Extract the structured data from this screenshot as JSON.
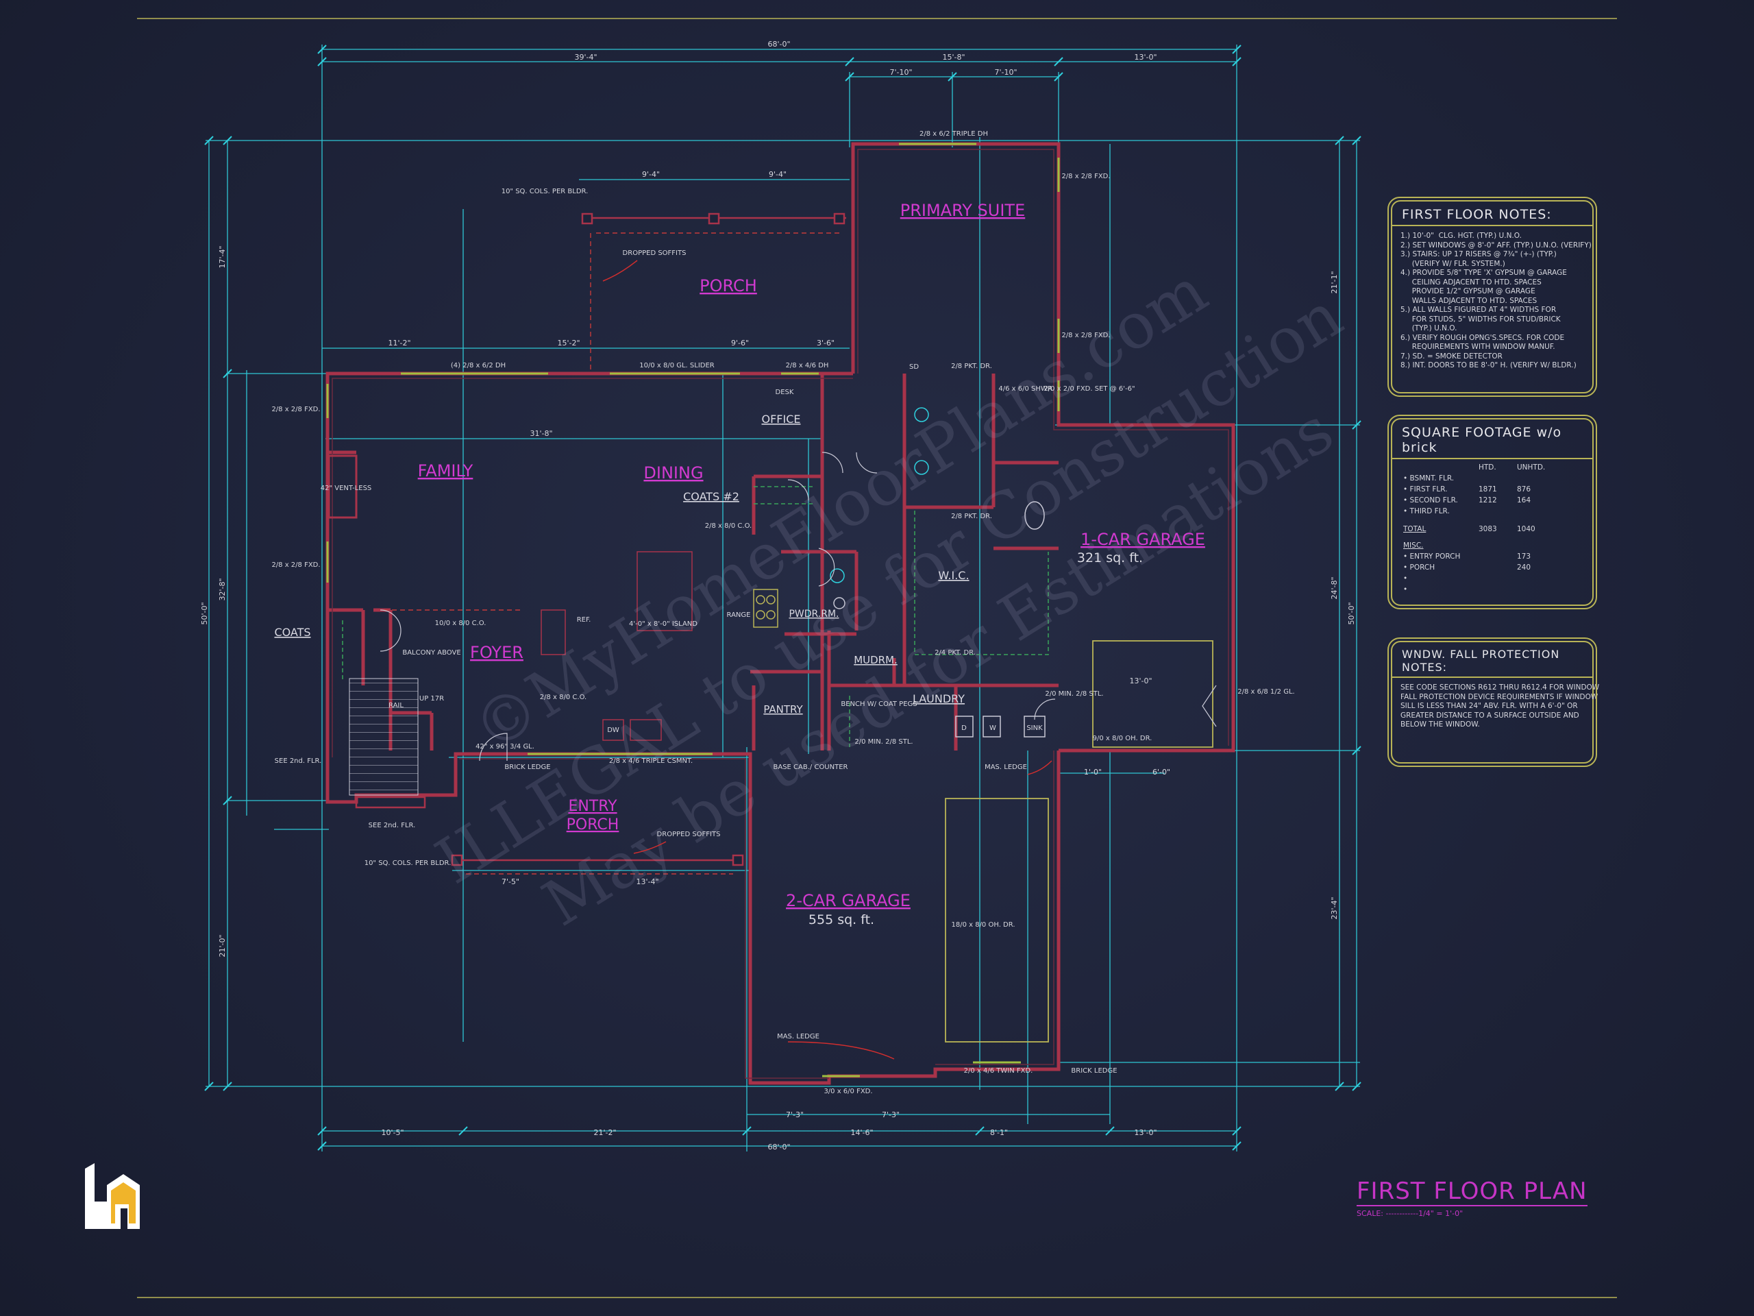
{
  "title": "FIRST FLOOR PLAN",
  "scale": "SCALE: ------------1/4\" = 1'-0\"",
  "watermark": [
    "©MyHomeFloorPlans.com",
    "ILLEGAL to use for Construction",
    "May be used for Estimations"
  ],
  "rooms": {
    "primary_suite": "PRIMARY SUITE",
    "porch": "PORCH",
    "family": "FAMILY",
    "dining": "DINING",
    "office": "OFFICE",
    "foyer": "FOYER",
    "coats": "COATS",
    "coats2": "COATS #2",
    "wic": "W.I.C.",
    "pwdr": "PWDR.RM.",
    "mudrm": "MUDRM.",
    "laundry": "LAUNDRY",
    "pantry": "PANTRY",
    "entry_porch_1": "ENTRY",
    "entry_porch_2": "PORCH",
    "garage_1": "1-CAR GARAGE",
    "garage_1_sqft": "321 sq. ft.",
    "garage_2": "2-CAR GARAGE",
    "garage_2_sqft": "555 sq. ft.",
    "island": "4'-0\" x 8'-0\" ISLAND",
    "range": "RANGE",
    "ref": "REF."
  },
  "dims": {
    "overall_top": "68'-0\"",
    "overall_bottom": "68'-0\"",
    "top_a": "39'-4\"",
    "top_b": "15'-8\"",
    "top_c": "13'-0\"",
    "top_d": "7'-10\"",
    "top_e": "7'-10\"",
    "bot_a": "10'-5\"",
    "bot_b": "21'-2\"",
    "bot_c": "14'-6\"",
    "bot_d": "8'-1\"",
    "bot_e": "13'-0\"",
    "bot_f": "7'-3\"",
    "bot_g": "7'-3\"",
    "left_total": "50'-0\"",
    "right_total": "50'-0\"",
    "left_a": "17'-4\"",
    "left_b": "32'-8\"",
    "left_c": "21'-0\"",
    "right_a": "21'-1\"",
    "right_b": "24'-8\"",
    "right_c": "23'-4\"",
    "porch_w1": "9'-4\"",
    "porch_w2": "9'-4\"",
    "family_w": "31'-8\"",
    "front_a": "11'-2\"",
    "front_b": "15'-2\"",
    "front_c": "9'-6\"",
    "front_d": "3'-6\"",
    "entry_a": "7'-5\"",
    "entry_b": "13'-4\"",
    "g1_a": "1'-0\"",
    "g1_b": "6'-0\"",
    "g2_a": "13'-0\""
  },
  "labels": {
    "win_top": "2/8 x 6/2 TRIPLE DH",
    "win_fxd1": "2/8 x 2/8 FXD.",
    "win_fxd2": "2/8 x 2/8 FXD.",
    "win_fxd3": "2/8 x 2/8 FXD.",
    "win_fxd4": "2/8 x 2/8 FXD.",
    "win_dh": "(4) 2/8 x 6/2 DH",
    "win_slider": "10/0 x 8/0 GL. SLIDER",
    "win_dh2": "2/8 x 4/6 DH",
    "cols_top": "10\" SQ. COLS. PER BLDR.",
    "soffits": "DROPPED SOFFITS",
    "soffits2": "DROPPED SOFFITS",
    "desk": "DESK",
    "pkt_dr": "2/8 PKT. DR.",
    "pkt_dr2": "2/8 PKT. DR.",
    "pkt_dr3": "2/4 PKT. DR.",
    "shwr": "4/6 x 6/0 SHWR.",
    "fxd_set": "2/0 x 2/0 FXD. SET @ 6'-6\"",
    "co": "2/8 x 8/0 C.O.",
    "co2": "10/0 x 8/0 C.O.",
    "co3": "2/8 x 8/0 C.O.",
    "vent": "42\" VENT-LESS",
    "balcony": "BALCONY ABOVE",
    "rail": "RAIL",
    "up": "UP 17R",
    "see2nd": "SEE 2nd. FLR.",
    "see2nd2": "SEE 2nd. FLR.",
    "cols_bot": "10\" SQ. COLS. PER BLDR.",
    "dw": "DW",
    "gl_door": "42\" x 96\" 3/4 GL.",
    "brick": "BRICK LEDGE",
    "brick2": "BRICK LEDGE",
    "triple": "2/8 x 4/6 TRIPLE CSMNT.",
    "base_cab": "BASE CAB./ COUNTER",
    "bench": "BENCH W/ COAT PEGS",
    "mas": "MAS. LEDGE",
    "mas2": "MAS. LEDGE",
    "door20": "2/0 MIN. 2/8 STL.",
    "door20b": "2/0 MIN. 2/8 STL.",
    "oh1": "9/0 x 8/0 OH. DR.",
    "oh2": "18/0 x 8/0 OH. DR.",
    "twin": "2/0 x 4/6 TWIN FXD.",
    "fxd_bot": "3/0 x 6/0 FXD.",
    "side_dr": "2/8 x 6/8 1/2 GL.",
    "d": "D",
    "w": "W",
    "sink": "SINK",
    "sd": "SD"
  },
  "notes": {
    "title": "FIRST FLOOR NOTES:",
    "items": [
      "1.) 10'-0\"  CLG. HGT. (TYP.) U.N.O.",
      "2.) SET WINDOWS @ 8'-0\" AFF. (TYP.) U.N.O. (VERIFY)",
      "3.) STAIRS: UP 17 RISERS @ 7¾\" (+-) (TYP.)",
      "     (VERIFY W/ FLR. SYSTEM.)",
      "4.) PROVIDE 5/8\" TYPE 'X' GYPSUM @ GARAGE",
      "     CEILING ADJACENT TO HTD. SPACES",
      "     PROVIDE 1/2\" GYPSUM @ GARAGE",
      "     WALLS ADJACENT TO HTD. SPACES",
      "5.) ALL WALLS FIGURED AT 4\" WIDTHS FOR",
      "     FOR STUDS, 5\" WIDTHS FOR STUD/BRICK",
      "     (TYP.) U.N.O.",
      "6.) VERIFY ROUGH OPNG'S.SPECS. FOR CODE",
      "     REQUIREMENTS WITH WINDOW MANUF.",
      "7.) SD. = SMOKE DETECTOR",
      "8.) INT. DOORS TO BE 8'-0\" H. (VERIFY W/ BLDR.)"
    ]
  },
  "sqft": {
    "title": "SQUARE FOOTAGE w/o brick",
    "col_htd": "HTD.",
    "col_unhtd": "UNHTD.",
    "rows": [
      {
        "label": "• BSMNT. FLR.",
        "htd": "",
        "unhtd": ""
      },
      {
        "label": "• FIRST FLR.",
        "htd": "1871",
        "unhtd": "876"
      },
      {
        "label": "• SECOND FLR.",
        "htd": "1212",
        "unhtd": "164"
      },
      {
        "label": "• THIRD FLR.",
        "htd": "",
        "unhtd": ""
      }
    ],
    "total_label": "TOTAL",
    "total_htd": "3083",
    "total_unhtd": "1040",
    "misc_label": "MISC.",
    "misc_rows": [
      {
        "label": "• ENTRY PORCH",
        "val": "173"
      },
      {
        "label": "• PORCH",
        "val": "240"
      },
      {
        "label": "•",
        "val": ""
      },
      {
        "label": "•",
        "val": ""
      }
    ]
  },
  "fall": {
    "title": "WNDW. FALL PROTECTION NOTES:",
    "items": [
      "SEE CODE SECTIONS R612 THRU R612.4 FOR WINDOW",
      "FALL PROTECTION DEVICE REQUIREMENTS IF WINDOW",
      "SILL IS LESS THAN 24\" ABV. FLR. WITH A 6'-0\" OR",
      "GREATER DISTANCE TO A SURFACE OUTSIDE AND",
      "BELOW THE WINDOW."
    ]
  },
  "colors": {
    "wall": "#a8334a",
    "dim": "#2fd0dd",
    "room_label": "#d23ad0",
    "border": "#b9b456",
    "logo": "#f0b42a"
  }
}
